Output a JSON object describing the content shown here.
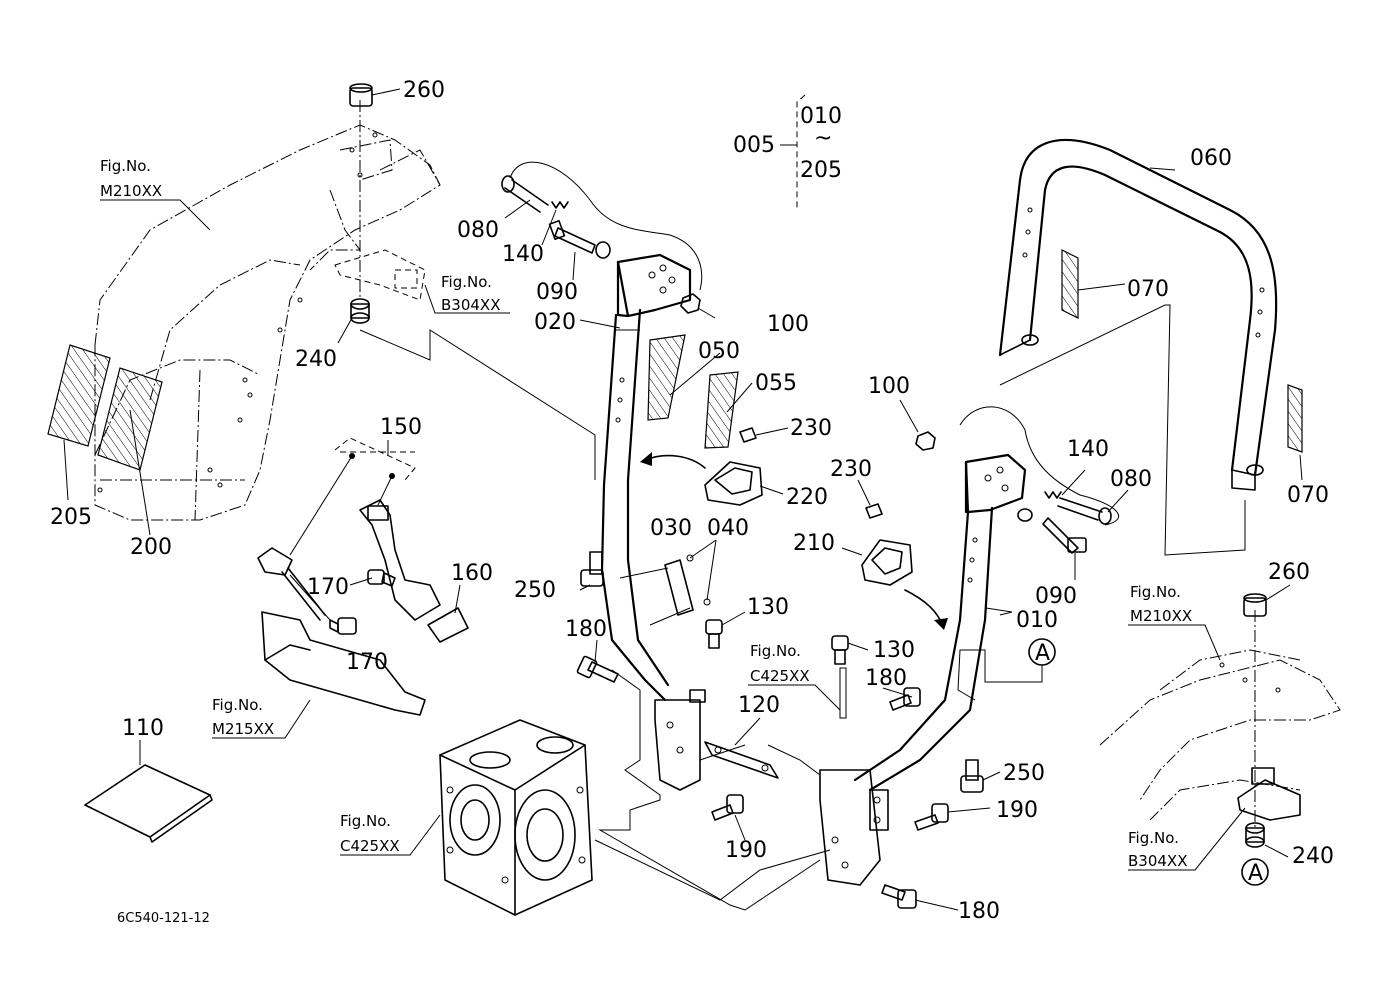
{
  "labels": {
    "p005": "005",
    "p010_range_top": "010",
    "tilde": "~",
    "p205_range_bottom": "205",
    "p060": "060",
    "p070a": "070",
    "p070b": "070",
    "p260a": "260",
    "p260b": "260",
    "p240a": "240",
    "p240b": "240",
    "p205": "205",
    "p200": "200",
    "p080a": "080",
    "p080b": "080",
    "p140a": "140",
    "p140b": "140",
    "p090a": "090",
    "p090b": "090",
    "p100a": "100",
    "p100b": "100",
    "p020": "020",
    "p050": "050",
    "p055": "055",
    "p230a": "230",
    "p230b": "230",
    "p220": "220",
    "p210": "210",
    "p150": "150",
    "p160": "160",
    "p170a": "170",
    "p170b": "170",
    "p030": "030",
    "p040": "040",
    "p250a": "250",
    "p250b": "250",
    "p130a": "130",
    "p130b": "130",
    "p180a": "180",
    "p180b": "180",
    "p180c": "180",
    "p120": "120",
    "p110": "110",
    "p190a": "190",
    "p190b": "190",
    "p010": "010",
    "markerA1": "A",
    "markerA2": "A"
  },
  "figrefs": {
    "m210_left_l1": "Fig.No.",
    "m210_left_l2": "M210XX",
    "b304_top_l1": "Fig.No.",
    "b304_top_l2": "B304XX",
    "m215_l1": "Fig.No.",
    "m215_l2": "M215XX",
    "c425_mid_l1": "Fig.No.",
    "c425_mid_l2": "C425XX",
    "c425_left_l1": "Fig.No.",
    "c425_left_l2": "C425XX",
    "m210_right_l1": "Fig.No.",
    "m210_right_l2": "M210XX",
    "b304_right_l1": "Fig.No.",
    "b304_right_l2": "B304XX"
  },
  "drawing_code": "6C540-121-12"
}
